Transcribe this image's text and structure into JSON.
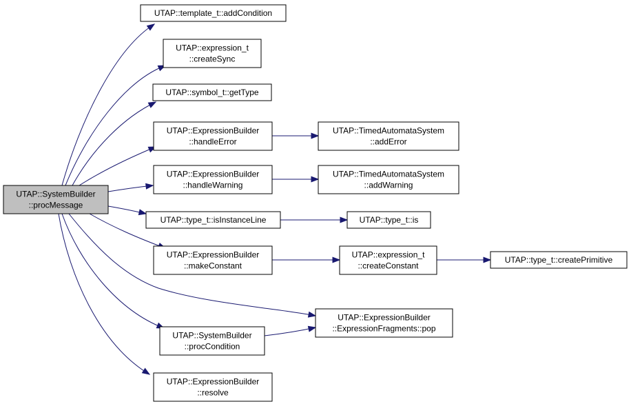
{
  "diagram": {
    "type": "call-graph",
    "nodes": [
      {
        "id": "root",
        "lines": [
          "UTAP::SystemBuilder",
          "::procMessage"
        ],
        "highlighted": true
      },
      {
        "id": "addCondition",
        "lines": [
          "UTAP::template_t::addCondition"
        ]
      },
      {
        "id": "createSync",
        "lines": [
          "UTAP::expression_t",
          "::createSync"
        ]
      },
      {
        "id": "getType",
        "lines": [
          "UTAP::symbol_t::getType"
        ]
      },
      {
        "id": "handleError",
        "lines": [
          "UTAP::ExpressionBuilder",
          "::handleError"
        ]
      },
      {
        "id": "handleWarning",
        "lines": [
          "UTAP::ExpressionBuilder",
          "::handleWarning"
        ]
      },
      {
        "id": "isInstanceLine",
        "lines": [
          "UTAP::type_t::isInstanceLine"
        ]
      },
      {
        "id": "makeConstant",
        "lines": [
          "UTAP::ExpressionBuilder",
          "::makeConstant"
        ]
      },
      {
        "id": "procCondition",
        "lines": [
          "UTAP::SystemBuilder",
          "::procCondition"
        ]
      },
      {
        "id": "resolve",
        "lines": [
          "UTAP::ExpressionBuilder",
          "::resolve"
        ]
      },
      {
        "id": "addError",
        "lines": [
          "UTAP::TimedAutomataSystem",
          "::addError"
        ]
      },
      {
        "id": "addWarning",
        "lines": [
          "UTAP::TimedAutomataSystem",
          "::addWarning"
        ]
      },
      {
        "id": "is",
        "lines": [
          "UTAP::type_t::is"
        ]
      },
      {
        "id": "createConstant",
        "lines": [
          "UTAP::expression_t",
          "::createConstant"
        ]
      },
      {
        "id": "pop",
        "lines": [
          "UTAP::ExpressionBuilder",
          "::ExpressionFragments::pop"
        ]
      },
      {
        "id": "createPrimitive",
        "lines": [
          "UTAP::type_t::createPrimitive"
        ]
      }
    ],
    "edges": [
      {
        "from": "root",
        "to": "addCondition"
      },
      {
        "from": "root",
        "to": "createSync"
      },
      {
        "from": "root",
        "to": "getType"
      },
      {
        "from": "root",
        "to": "handleError"
      },
      {
        "from": "root",
        "to": "handleWarning"
      },
      {
        "from": "root",
        "to": "isInstanceLine"
      },
      {
        "from": "root",
        "to": "makeConstant"
      },
      {
        "from": "root",
        "to": "pop"
      },
      {
        "from": "root",
        "to": "procCondition"
      },
      {
        "from": "root",
        "to": "resolve"
      },
      {
        "from": "handleError",
        "to": "addError"
      },
      {
        "from": "handleWarning",
        "to": "addWarning"
      },
      {
        "from": "isInstanceLine",
        "to": "is"
      },
      {
        "from": "makeConstant",
        "to": "createConstant"
      },
      {
        "from": "createConstant",
        "to": "createPrimitive"
      },
      {
        "from": "procCondition",
        "to": "pop"
      }
    ],
    "colors": {
      "edge": "#191970",
      "root_fill": "#bfbfbf",
      "node_fill": "#ffffff"
    }
  }
}
